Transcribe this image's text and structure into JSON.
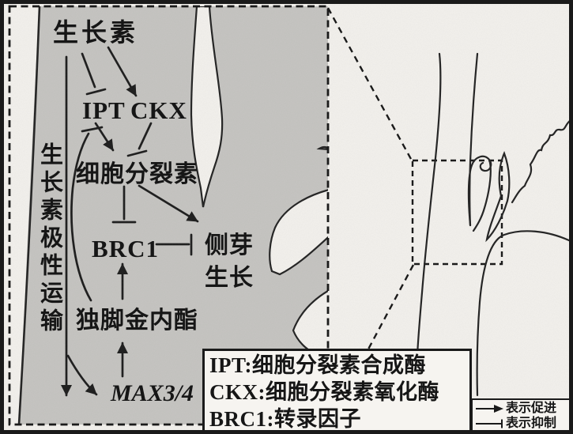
{
  "pathway_panel": {
    "nodes": {
      "auxin": "生长素",
      "ipt": "IPT",
      "ckx": "CKX",
      "cytokinin": "细胞分裂素",
      "brc1": "BRC1",
      "lateral_bud_line1": "侧芽",
      "lateral_bud_line2": "生长",
      "strigolactone": "独脚金内酯",
      "max34": "MAX3/4",
      "polar_transport": "生长素极性运输"
    }
  },
  "definitions": {
    "lines": [
      "IPT:细胞分裂素合成酶",
      "CKX:细胞分裂素氧化酶",
      "BRC1:转录因子"
    ]
  },
  "legend": {
    "promote": "表示促进",
    "inhibit": "表示抑制"
  },
  "colors": {
    "background": "#f4f2ee",
    "panel_gray": "#c6c5c2",
    "line": "#1c1c1c"
  }
}
